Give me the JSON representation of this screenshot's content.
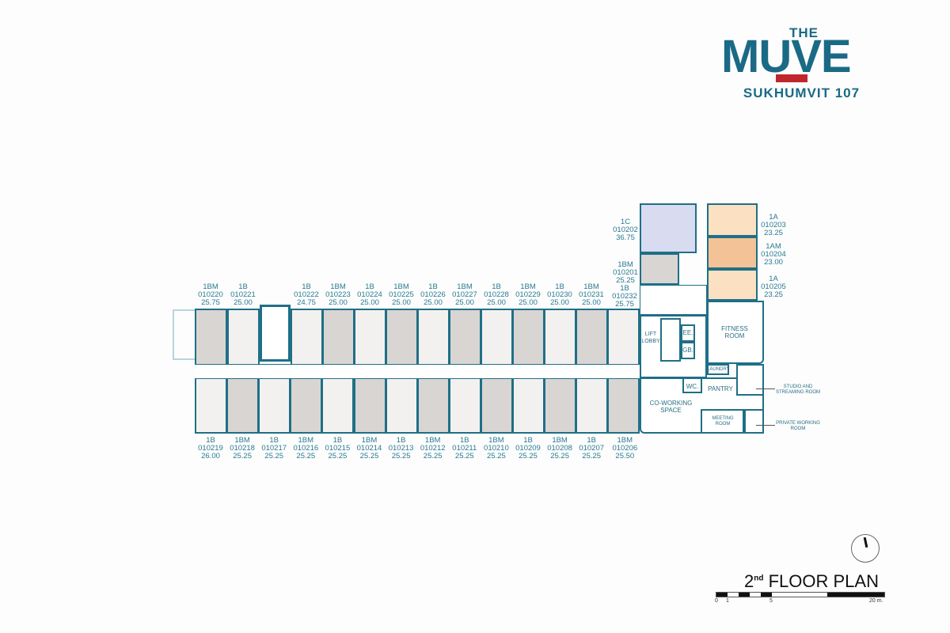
{
  "logo": {
    "top": "THE",
    "main": "MUVE",
    "sub": "SUKHUMVIT 107",
    "colors": {
      "teal": "#1a6a86",
      "red": "#c0272d"
    }
  },
  "units_top": [
    {
      "type": "1BM",
      "no": "010220",
      "area": "25.75"
    },
    {
      "type": "1B",
      "no": "010221",
      "area": "25.00"
    },
    {
      "type": "1B",
      "no": "010222",
      "area": "24.75"
    },
    {
      "type": "1BM",
      "no": "010223",
      "area": "25.00"
    },
    {
      "type": "1B",
      "no": "010224",
      "area": "25.00"
    },
    {
      "type": "1BM",
      "no": "010225",
      "area": "25.00"
    },
    {
      "type": "1B",
      "no": "010226",
      "area": "25.00"
    },
    {
      "type": "1BM",
      "no": "010227",
      "area": "25.00"
    },
    {
      "type": "1B",
      "no": "010228",
      "area": "25.00"
    },
    {
      "type": "1BM",
      "no": "010229",
      "area": "25.00"
    },
    {
      "type": "1B",
      "no": "010230",
      "area": "25.00"
    },
    {
      "type": "1BM",
      "no": "010231",
      "area": "25.00"
    },
    {
      "type": "1B",
      "no": "010232",
      "area": "25.75"
    }
  ],
  "units_bottom": [
    {
      "type": "1B",
      "no": "010219",
      "area": "26.00"
    },
    {
      "type": "1BM",
      "no": "010218",
      "area": "25.25"
    },
    {
      "type": "1B",
      "no": "010217",
      "area": "25.25"
    },
    {
      "type": "1BM",
      "no": "010216",
      "area": "25.25"
    },
    {
      "type": "1B",
      "no": "010215",
      "area": "25.25"
    },
    {
      "type": "1BM",
      "no": "010214",
      "area": "25.25"
    },
    {
      "type": "1B",
      "no": "010213",
      "area": "25.25"
    },
    {
      "type": "1BM",
      "no": "010212",
      "area": "25.25"
    },
    {
      "type": "1B",
      "no": "010211",
      "area": "25.25"
    },
    {
      "type": "1BM",
      "no": "010210",
      "area": "25.25"
    },
    {
      "type": "1B",
      "no": "010209",
      "area": "25.25"
    },
    {
      "type": "1BM",
      "no": "010208",
      "area": "25.25"
    },
    {
      "type": "1B",
      "no": "010207",
      "area": "25.25"
    },
    {
      "type": "1BM",
      "no": "010206",
      "area": "25.50"
    }
  ],
  "units_east": [
    {
      "type": "1C",
      "no": "010202",
      "area": "36.75"
    },
    {
      "type": "1BM",
      "no": "010201",
      "area": "25.25"
    },
    {
      "type": "1A",
      "no": "010203",
      "area": "23.25"
    },
    {
      "type": "1AM",
      "no": "010204",
      "area": "23.00"
    },
    {
      "type": "1A",
      "no": "010205",
      "area": "23.25"
    }
  ],
  "rooms": {
    "lift_lobby": "LIFT LOBBY",
    "ee": "EE.",
    "gb": "GB.",
    "fitness": "FITNESS ROOM",
    "laundry": "LAUNDRY",
    "wc": "WC.",
    "pantry": "PANTRY",
    "coworking": "CO-WORKING SPACE",
    "meeting": "MEETING ROOM",
    "studio": "STUDIO AND STREAMING ROOM",
    "private": "PRIVATE WORKING ROOM"
  },
  "title": {
    "ordinal": "2",
    "suffix": "nd",
    "text": "FLOOR PLAN"
  },
  "scale": {
    "t0": "0",
    "t1": "1",
    "t5": "5",
    "t20": "20 m."
  }
}
